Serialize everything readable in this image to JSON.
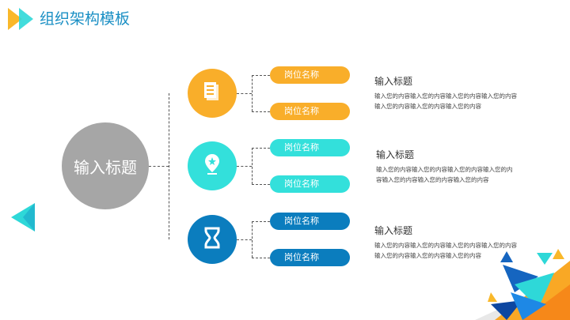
{
  "header": {
    "title": "组织架构模板"
  },
  "center": {
    "label": "输入标题"
  },
  "colors": {
    "orange": "#F9AE2A",
    "cyan": "#33E0DB",
    "blue": "#0B7DBE",
    "gray": "#A6A6A6"
  },
  "groups": [
    {
      "icon": "document-icon",
      "color": "#F9AE2A",
      "positions": [
        "岗位名称",
        "岗位名称"
      ],
      "title": "输入标题",
      "lines": [
        "输入您的内容输入您的内容输入您的内容输入您的内容",
        "输入您的内容输入您的内容输入您的内容"
      ]
    },
    {
      "icon": "location-star-icon",
      "color": "#33E0DB",
      "positions": [
        "岗位名称",
        "岗位名称"
      ],
      "title": "输入标题",
      "lines": [
        "输入您的内容输入您的内容输入您的内容输入您的内",
        "容输入您的内容输入您的内容输入您的内容"
      ]
    },
    {
      "icon": "hourglass-icon",
      "color": "#0B7DBE",
      "positions": [
        "岗位名称",
        "岗位名称"
      ],
      "title": "输入标题",
      "lines": [
        "输入您的内容输入您的内容输入您的内容输入您的内容",
        "输入您的内容输入您的内容输入您的内容"
      ]
    }
  ]
}
